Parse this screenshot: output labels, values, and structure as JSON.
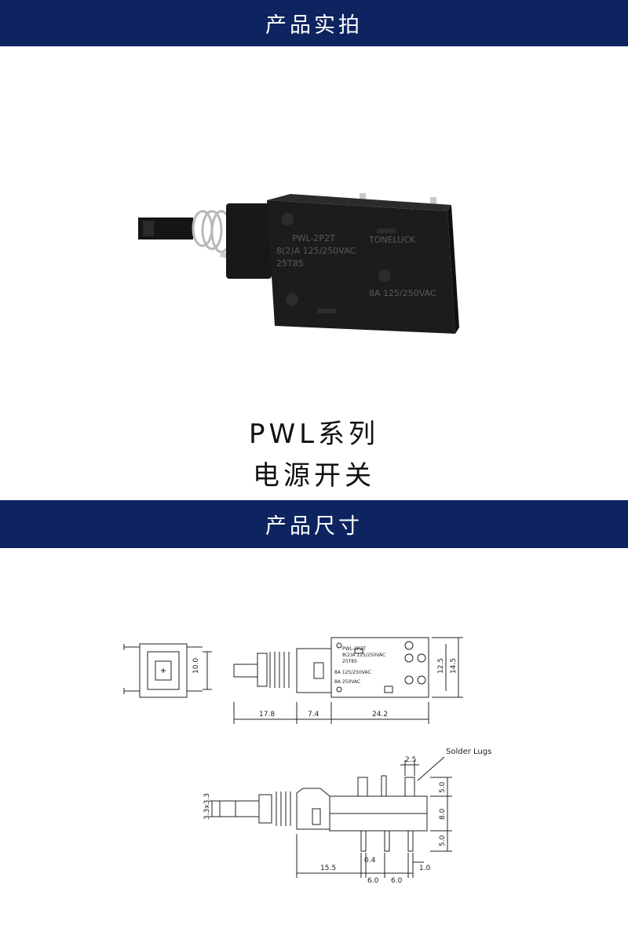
{
  "sections": {
    "photo_title": "产品实拍",
    "dimension_title": "产品尺寸"
  },
  "product": {
    "series": "PWL系列",
    "type": "电源开关",
    "label_lines": [
      "PWL-2P2T",
      "8(2)A 125/250VAC",
      "25T85",
      "TONELUCK"
    ],
    "label_rating": "8A 125/250VAC"
  },
  "drawing": {
    "top_view": {
      "body_label": [
        "PWL-2P2T",
        "8(2)A 125/250VAC",
        "25T85",
        "8A 125/250VAC",
        "8A 250VAC"
      ],
      "dims": {
        "height_outer": "14.5",
        "height_inner": "12.5",
        "front_height": "10.0",
        "plunger_length": "17.8",
        "collar_length": "7.4",
        "body_length": "24.2"
      }
    },
    "side_view": {
      "callout": "Solder Lugs",
      "dims": {
        "plunger_size": "3.3x3.3",
        "lug_width": "2.5",
        "upper_height": "5.0",
        "body_height": "8.0",
        "lower_height": "5.0",
        "front_offset": "15.5",
        "pin_width": "0.4",
        "pitch_1": "6.0",
        "pitch_2": "6.0",
        "pin_offset": "1.0"
      }
    }
  },
  "colors": {
    "banner": "#0d2460",
    "banner_text": "#ffffff",
    "switch_body": "#1c1c1c"
  }
}
